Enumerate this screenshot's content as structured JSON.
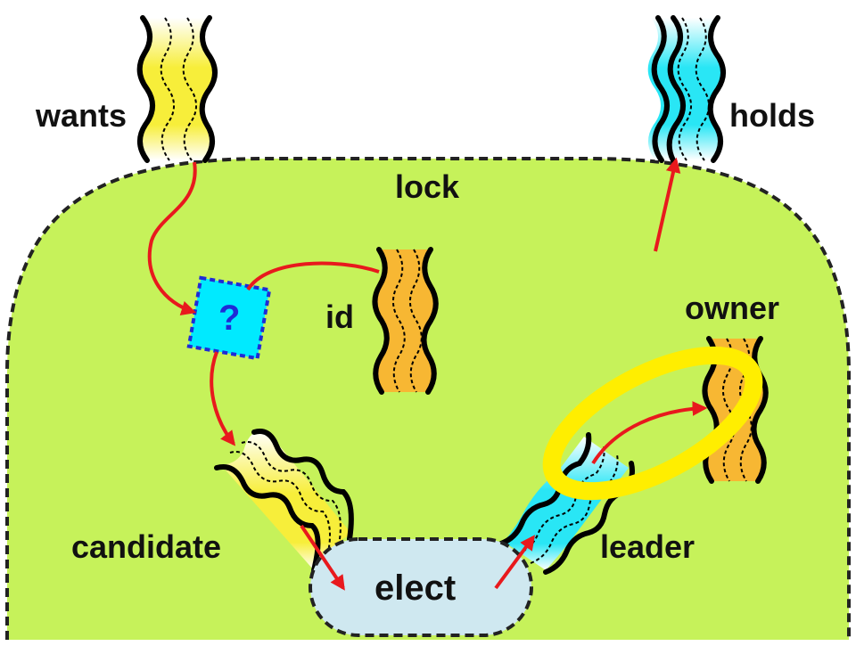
{
  "diagram": {
    "region_label": "lock",
    "pipes": {
      "wants": "wants",
      "holds": "holds",
      "id": "id",
      "owner": "owner",
      "candidate": "candidate",
      "leader": "leader"
    },
    "process_label": "elect",
    "query_symbol": "?",
    "colors": {
      "region_fill": "#c6f25a",
      "region_border": "#222222",
      "arrow": "#e8191d",
      "query_fill": "#00eaff",
      "query_border": "#1f2bd6",
      "query_text": "#1f2bd6",
      "process_fill": "#cfe8f0",
      "highlight_ring": "#ffee00",
      "yellow_pipe": "#f7ee3a",
      "cyan_pipe": "#29e6f5",
      "orange_pipe": "#f7b733"
    }
  }
}
